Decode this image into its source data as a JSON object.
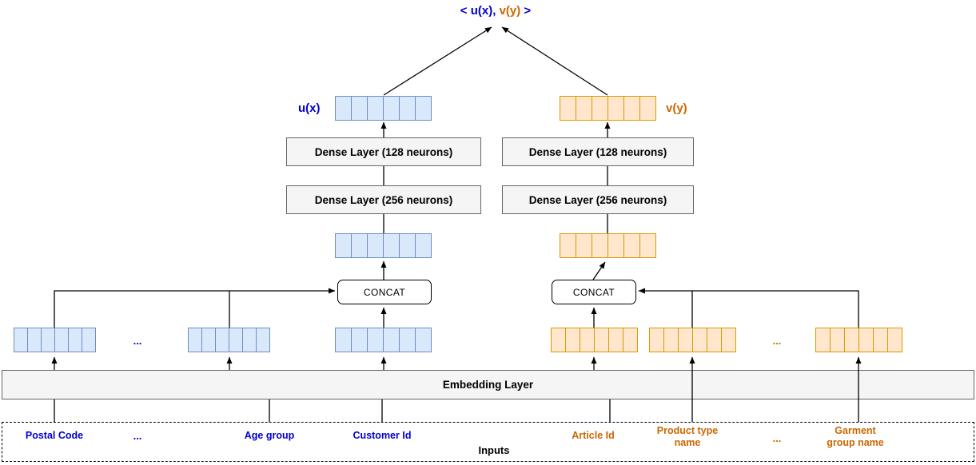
{
  "diagram": {
    "formula": {
      "left_part": "< u(x),",
      "mid_part": "v(y)",
      "right_part": ">"
    },
    "towers": {
      "left": {
        "output_label": "u(x)",
        "dense_top": "Dense Layer (128 neurons)",
        "dense_bottom": "Dense Layer (256 neurons)",
        "concat_label": "CONCAT"
      },
      "right": {
        "output_label": "v(y)",
        "dense_top": "Dense Layer (128 neurons)",
        "dense_bottom": "Dense Layer (256 neurons)",
        "concat_label": "CONCAT"
      }
    },
    "embedding_layer_label": "Embedding Layer",
    "inputs": {
      "title": "Inputs",
      "left_labels": [
        "Postal Code",
        "...",
        "Age group",
        "Customer Id"
      ],
      "right_labels": [
        "Article Id",
        "Product type name",
        "...",
        "Garment group name"
      ]
    },
    "vector_cells": 6
  },
  "colors": {
    "blue_fill": "#DAE8FC",
    "blue_stroke": "#6C8EBF",
    "orange_fill": "#FFE6CC",
    "orange_stroke": "#D79B00",
    "box_fill": "#F5F5F5",
    "box_stroke": "#666666",
    "blue_text": "#0000CC",
    "orange_text": "#CC6600",
    "line": "#000000"
  }
}
